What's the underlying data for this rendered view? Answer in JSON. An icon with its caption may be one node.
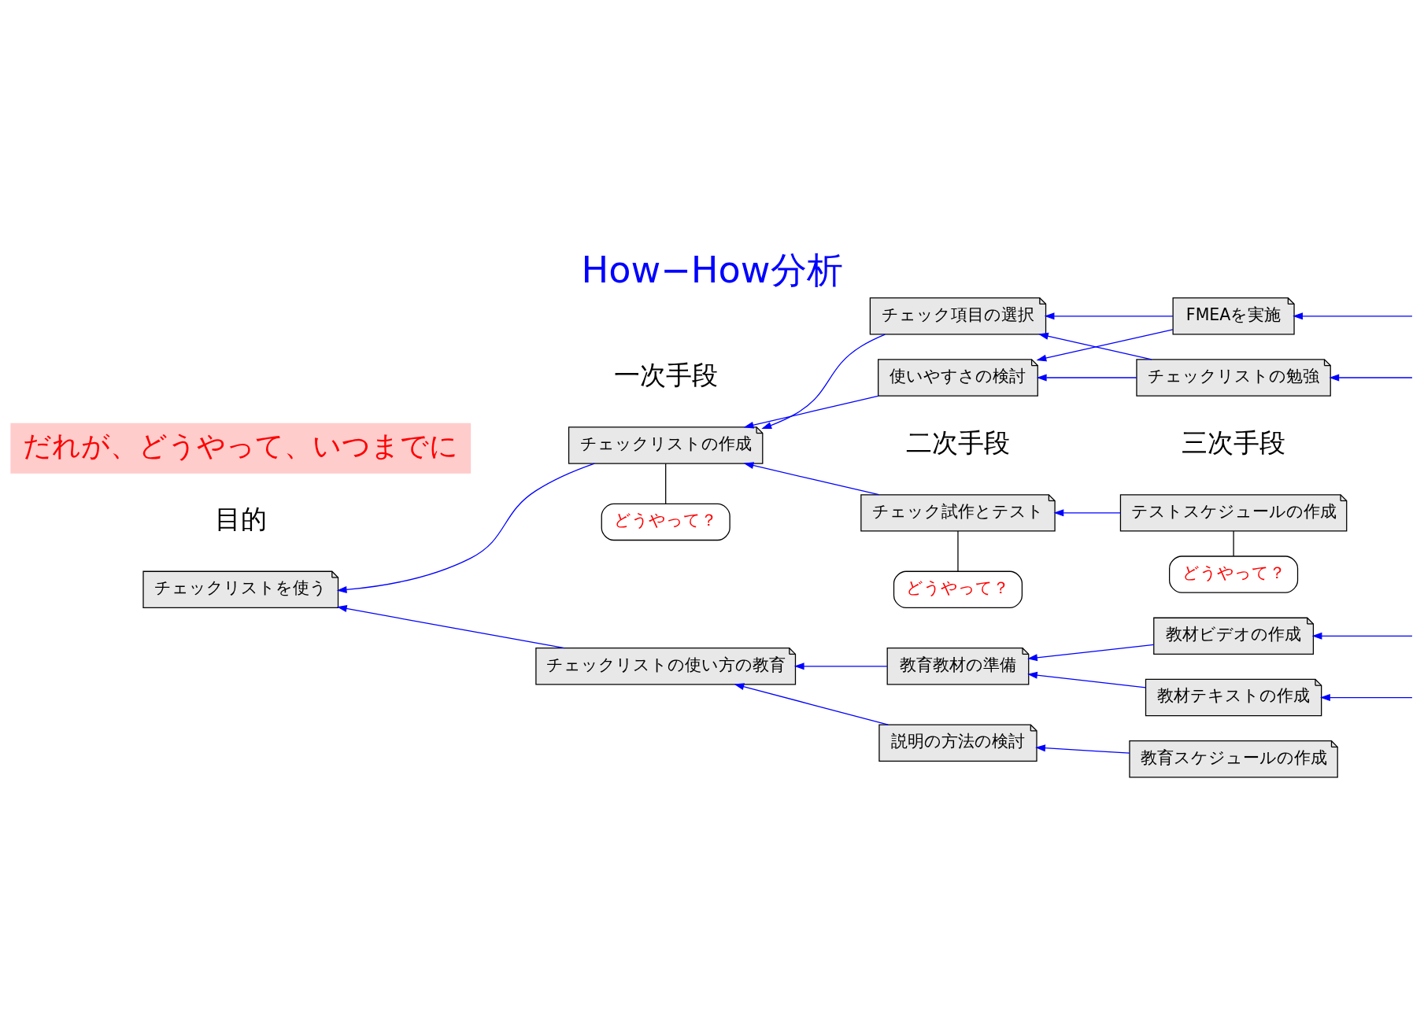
{
  "diagram": {
    "title": "How−How分析",
    "nodes": [
      {
        "text": [
          "チェックリストを使う"
        ]
      },
      {
        "text": [
          "チェックリストの作成"
        ]
      },
      {
        "text": [
          "チェックリストの使い方の教育"
        ]
      },
      {
        "text": [
          "チェック試作とテスト"
        ]
      },
      {
        "text": [
          "チェック項目の選択"
        ]
      },
      {
        "text": [
          "使いやすさの検討"
        ]
      },
      {
        "text": [
          "教育教材の準備"
        ]
      },
      {
        "text": [
          "説明の方法の検討"
        ]
      },
      {
        "text": [
          "テストスケジュールの作成"
        ]
      },
      {
        "text": [
          "FMEAを実施"
        ]
      },
      {
        "text": [
          "チェックリストの勉強"
        ]
      },
      {
        "text": [
          "教材ビデオの作成"
        ]
      },
      {
        "text": [
          "教材テキストの作成"
        ]
      },
      {
        "text": [
          "教育スケジュールの作成"
        ]
      },
      {
        "text": [
          "どうやって？"
        ]
      },
      {
        "text": [
          "どうやって？"
        ]
      },
      {
        "text": [
          "どうやって？"
        ]
      },
      {
        "text": [
          "だれが、どうやって、いつまでに"
        ]
      }
    ],
    "edges": [
      {
        "from": 1,
        "to": 0,
        "arrow": "to"
      },
      {
        "from": 2,
        "to": 0,
        "arrow": "to"
      },
      {
        "from": 3,
        "to": 1,
        "arrow": "to"
      },
      {
        "from": 4,
        "to": 1,
        "arrow": "to"
      },
      {
        "from": 5,
        "to": 1,
        "arrow": "to"
      },
      {
        "from": 6,
        "to": 2,
        "arrow": "to"
      },
      {
        "from": 7,
        "to": 2,
        "arrow": "to"
      },
      {
        "from": 8,
        "to": 3,
        "arrow": "to"
      },
      {
        "from": 9,
        "to": 4,
        "arrow": "to"
      },
      {
        "from": 9,
        "to": 5,
        "arrow": "to"
      },
      {
        "from": 10,
        "to": 4,
        "arrow": "to"
      },
      {
        "from": 10,
        "to": 5,
        "arrow": "to"
      },
      {
        "from": 11,
        "to": 6,
        "arrow": "to"
      },
      {
        "from": 12,
        "to": 6,
        "arrow": "to"
      },
      {
        "from": 13,
        "to": 7,
        "arrow": "to"
      },
      {
        "from": null,
        "to": 9,
        "arrow": "to"
      },
      {
        "from": null,
        "to": 10,
        "arrow": "to"
      },
      {
        "from": null,
        "to": 11,
        "arrow": "to"
      },
      {
        "from": null,
        "to": 12,
        "arrow": "to"
      },
      {
        "from": 14,
        "to": 1,
        "arrow": "none",
        "color": "#000000"
      },
      {
        "from": 15,
        "to": 3,
        "arrow": "none",
        "color": "#000000"
      },
      {
        "from": 16,
        "to": 8,
        "arrow": "none",
        "color": "#000000"
      }
    ],
    "labels": [
      "目的",
      "一次手段",
      "二次手段",
      "三次手段"
    ]
  }
}
